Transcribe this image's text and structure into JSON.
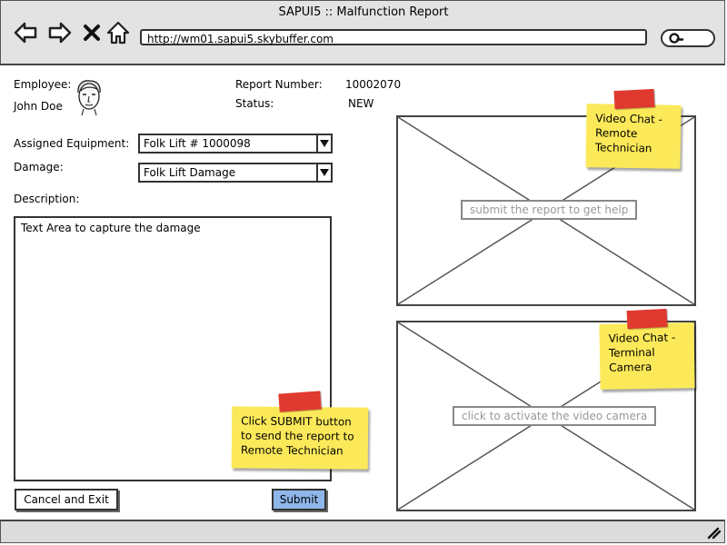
{
  "window": {
    "title": "SAPUI5 :: Malfunction Report"
  },
  "browser": {
    "url": "http://wm01.sapui5.skybuffer.com",
    "back_icon": "arrow-left-icon",
    "forward_icon": "arrow-right-icon",
    "close_icon": "x-icon",
    "home_icon": "home-icon",
    "search_icon": "search-icon"
  },
  "employee": {
    "label": "Employee:",
    "name": "John Doe",
    "avatar_icon": "person-face-icon"
  },
  "report": {
    "number_label": "Report Number:",
    "number": "10002070",
    "status_label": "Status:",
    "status": "NEW"
  },
  "form": {
    "equipment_label": "Assigned Equipment:",
    "equipment_value": "Folk Lift # 1000098",
    "damage_label": "Damage:",
    "damage_value": "Folk Lift Damage",
    "description_label": "Description:",
    "description_placeholder": "Text Area to capture the damage"
  },
  "buttons": {
    "cancel": "Cancel and Exit",
    "submit": "Submit"
  },
  "video_remote": {
    "label": "submit the report to get help"
  },
  "video_camera": {
    "label": "click to activate the video camera"
  },
  "notes": {
    "remote": [
      "Video Chat -",
      "Remote",
      "Technician"
    ],
    "camera": [
      "Video Chat -",
      "Terminal",
      "Camera"
    ],
    "submit": [
      "Click SUBMIT button",
      "to send the report to",
      "Remote Technician"
    ]
  },
  "colors": {
    "note": "#fce95a",
    "tape": "#e03a30",
    "submit_button": "#8fb6e8",
    "chrome": "#e3e3e3"
  }
}
